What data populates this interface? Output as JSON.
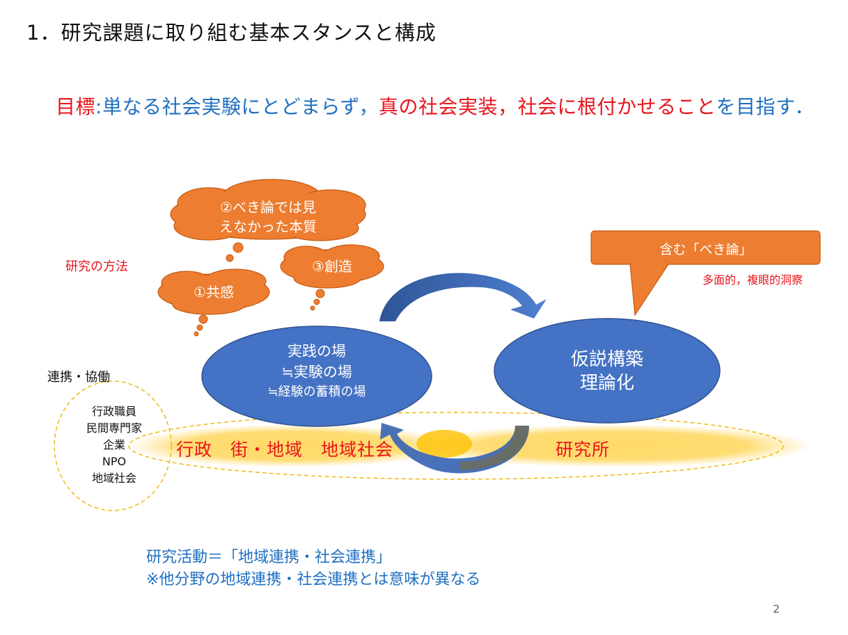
{
  "title": "1．研究課題に取り組む基本スタンスと構成",
  "goal": {
    "label": "目標",
    "separator": ":",
    "part1": "単なる社会実験にとどまらず，",
    "part2": "真の社会実装，社会に根付かせること",
    "part3": "を目指す．"
  },
  "method_label": "研究の方法",
  "thought_bubbles": [
    {
      "line1": "②べき論では見",
      "line2": "えなかった本質"
    },
    {
      "line1": "③創造"
    },
    {
      "line1": "①共感"
    }
  ],
  "practice_ellipse": {
    "line1": "実践の場",
    "line2": "≒実験の場",
    "line3": "≒経験の蓄積の場"
  },
  "theory_ellipse": {
    "line1": "仮説構築",
    "line2": "理論化"
  },
  "callout": {
    "text": "含む「べき論」",
    "sub": "多面的，複眼的洞察"
  },
  "collab_label": "連携・協働",
  "actors": [
    "行政職員",
    "民間専門家",
    "企業",
    "NPO",
    "地域社会"
  ],
  "band_left": "行政　街・地域　地域社会",
  "band_right": "研究所",
  "activity": {
    "line1": "研究活動＝「地域連携・社会連携」",
    "line2": "※他分野の地域連携・社会連携とは意味が異なる"
  },
  "page_number": "2",
  "colors": {
    "red": "#e8141b",
    "blue_text": "#1f6fc1",
    "orange": "#ed7d31",
    "ellipse_blue": "#4472c4",
    "band_yellow": "#ffd966",
    "arrow_blue": "#3a65b3"
  }
}
